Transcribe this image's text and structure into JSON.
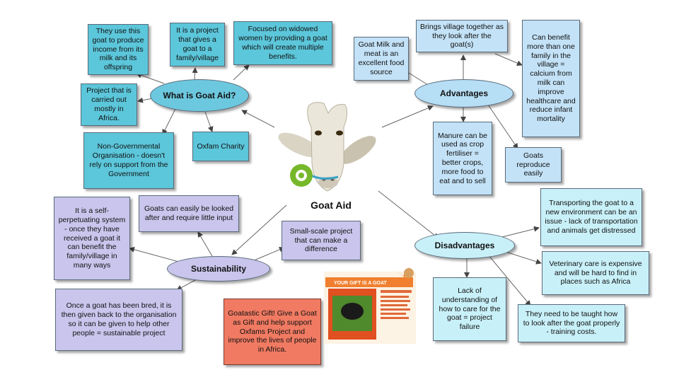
{
  "center": {
    "title": "Goat Aid"
  },
  "branches": {
    "what": {
      "label": "What is Goat Aid?",
      "nodes": {
        "income": "They use this goat to produce income from its milk and its offspring",
        "project": "It is a project that gives a goat to a family/village",
        "widowed": "Focused on widowed women by providing a goat which will create multiple benefits.",
        "africa": "Project that is carried out mostly in Africa.",
        "ngo": "Non-Governmental Organisation - doesn't rely on support from the Government",
        "oxfam": "Oxfam Charity"
      }
    },
    "advantages": {
      "label": "Advantages",
      "nodes": {
        "milk": "Goat Milk and meat is an excellent food source",
        "village": "Brings village together as they look after the goat(s)",
        "calcium": "Can benefit more than one family in the village = calcium from milk can improve healthcare and reduce infant mortality",
        "manure": "Manure can be used as crop fertiliser = better crops, more food to eat and to sell",
        "reproduce": "Goats reproduce easily"
      }
    },
    "disadvantages": {
      "label": "Disadvantages",
      "nodes": {
        "transport": "Transporting the goat to a new environment can be an issue - lack of transportation and animals get distressed",
        "vet": "Veterinary care is expensive and will be hard to find in places such as Africa",
        "training": "They need to be taught how to look after the goat properly - training costs.",
        "understanding": "Lack of understanding of how to care for the goat = project failure"
      }
    },
    "sustainability": {
      "label": "Sustainability",
      "nodes": {
        "self": "It is a self-perpetuating system - once they have received a goat it can benefit the family/village in many ways",
        "easy": "Goats can easily be looked after and require little input",
        "small": "Small-scale project that can make a difference",
        "bred": "Once a goat has been bred, it is then given back to the organisation so it can be given to help other people = sustainable project"
      }
    }
  },
  "gift_note": "Goatastic Gift! Give a Goat as Gift and help support Oxfams Project and improve the lives of people in Africa.",
  "gift_card": {
    "title": "YOUR GIFT IS A GOAT"
  },
  "colors": {
    "what": "#5cc6da",
    "advantages": "#c3e2f7",
    "disadvantages": "#c8f0f8",
    "sustainability": "#c9c5ec",
    "gift": "#f07a62"
  }
}
